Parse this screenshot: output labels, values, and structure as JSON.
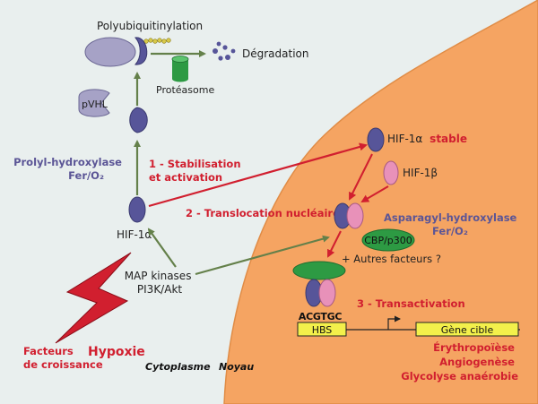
{
  "colors": {
    "background": "#e9efee",
    "nucleus": "#f5a462",
    "nucleus_border": "#e08c46",
    "red": "#d11f2f",
    "purple": "#5b5596",
    "arrow_green": "#64804a",
    "protein_dark": "#575599",
    "protein_pink": "#e891b9",
    "gray_protein": "#a6a2c6",
    "green_proteasome": "#2d9a43",
    "yellow_box": "#f3f04b"
  },
  "labels": {
    "polyubiquitinylation": "Polyubiquitinylation",
    "degradation": "Dégradation",
    "proteasome": "Protéasome",
    "pvhl": "pVHL",
    "prolyl_line1": "Prolyl-hydroxylase",
    "prolyl_line2": "Fer/O₂",
    "step1_line1": "1 - Stabilisation",
    "step1_line2": "et activation",
    "hif1a": "HIF-1α",
    "step2": "2 - Translocation nucléaire",
    "hif1a_stable": "HIF-1α",
    "stable": "stable",
    "hif1b": "HIF-1β",
    "asparagyl_line1": "Asparagyl-hydroxylase",
    "asparagyl_line2": "Fer/O₂",
    "cbp": "CBP/p300",
    "autres": "+ Autres facteurs ?",
    "map_line1": "MAP kinases",
    "map_line2": "PI3K/Akt",
    "step3": "3 - Transactivation",
    "acgtgc": "ACGTGC",
    "hbs": "HBS",
    "gene_cible": "Gène cible",
    "erythro": "Érythropoïèse",
    "angio": "Angiogenèse",
    "glycolyse": "Glycolyse anaérobie",
    "hypoxie": "Hypoxie",
    "facteurs_line1": "Facteurs",
    "facteurs_line2": "de croissance",
    "cytoplasme": "Cytoplasme",
    "noyau": "Noyau"
  }
}
